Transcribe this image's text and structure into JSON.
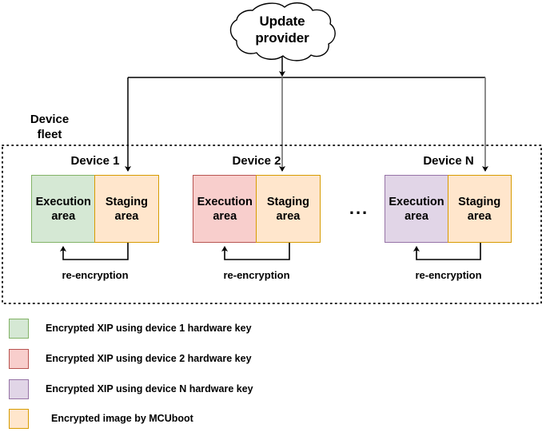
{
  "diagram": {
    "title_node": {
      "label": "Update\nprovider",
      "line1": "Update",
      "line2": "provider",
      "shape": "cloud-shape"
    },
    "fleet": {
      "label_line1": "Device",
      "label_line2": "fleet",
      "border_style": "dotted"
    },
    "devices": [
      {
        "title": "Device 1",
        "execution_area_label": "Execution\narea",
        "execution_line1": "Execution",
        "execution_line2": "area",
        "execution_fill": "#d5e8d4",
        "execution_border": "#82b366",
        "staging_area_label": "Staging\narea",
        "staging_line1": "Staging",
        "staging_line2": "area",
        "staging_fill": "#ffe6cc",
        "staging_border": "#d79b00",
        "reencryption_label": "re-encryption"
      },
      {
        "title": "Device 2",
        "execution_area_label": "Execution\narea",
        "execution_line1": "Execution",
        "execution_line2": "area",
        "execution_fill": "#f8cecc",
        "execution_border": "#b85450",
        "staging_area_label": "Staging\narea",
        "staging_line1": "Staging",
        "staging_line2": "area",
        "staging_fill": "#ffe6cc",
        "staging_border": "#d79b00",
        "reencryption_label": "re-encryption"
      },
      {
        "title": "Device N",
        "execution_area_label": "Execution\narea",
        "execution_line1": "Execution",
        "execution_line2": "area",
        "execution_fill": "#e1d5e7",
        "execution_border": "#9673a6",
        "staging_area_label": "Staging\narea",
        "staging_line1": "Staging",
        "staging_line2": "area",
        "staging_fill": "#ffe6cc",
        "staging_border": "#d79b00",
        "reencryption_label": "re-encryption"
      }
    ],
    "ellipsis": "...",
    "legend": [
      {
        "text": "Encrypted XIP using device 1 hardware key",
        "fill": "#d5e8d4",
        "border": "#82b366"
      },
      {
        "text": "Encrypted XIP using device 2 hardware key",
        "fill": "#f8cecc",
        "border": "#b85450"
      },
      {
        "text": "Encrypted XIP using device N hardware key",
        "fill": "#e1d5e7",
        "border": "#9673a6"
      },
      {
        "text": "Encrypted image by MCUboot",
        "fill": "#ffe6cc",
        "border": "#d79b00"
      }
    ],
    "colors": {
      "line_black": "#000000",
      "line_gray": "#808080",
      "background": "#ffffff"
    }
  }
}
